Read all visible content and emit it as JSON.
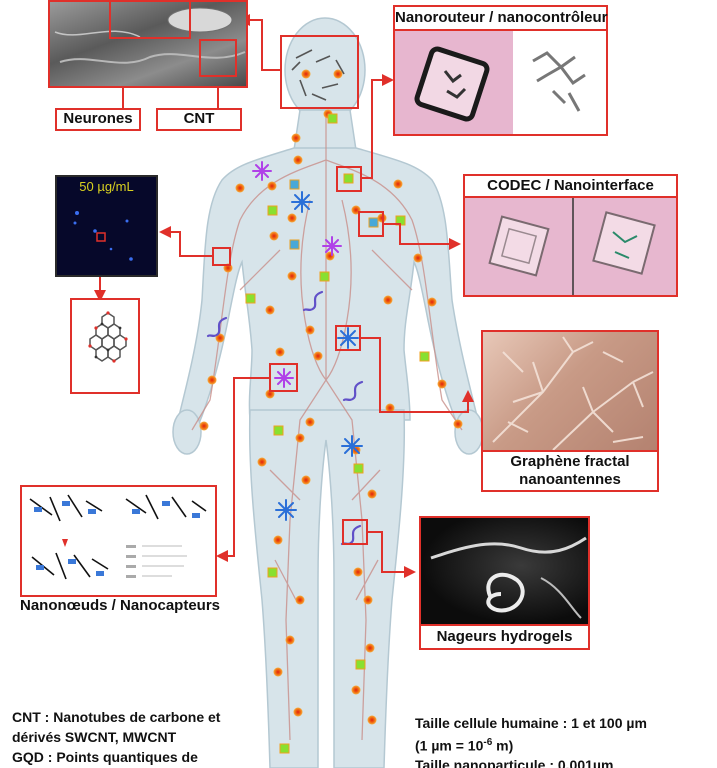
{
  "labels": {
    "neurones": "Neurones",
    "cnt": "CNT",
    "nanorouteur": "Nanorouteur / nanocontrôleur",
    "codec": "CODEC / Nanointerface",
    "concentration": "50 µg/mL",
    "graphene_line1": "Graphène fractal",
    "graphene_line2": "nanoantennes",
    "nanonoeuds": "Nanonœuds / Nanocapteurs",
    "nageurs": "Nageurs hydrogels"
  },
  "notes": {
    "cnt_line1": "CNT : Nanotubes de carbone et",
    "cnt_line2": "dérivés  SWCNT, MWCNT",
    "gqd_line1": "GQD : Points quantiques de",
    "size_line1": "Taille cellule humaine : 1 et 100 µm",
    "size_line2_pre": "(1 µm = 10",
    "size_line2_exp": "-6",
    "size_line2_post": " m)",
    "size_line3": "Taille nanoparticule : 0,001µm"
  },
  "colors": {
    "accent": "#e0302a",
    "body": "#d5e2e8",
    "vessel": "#c98f8a",
    "dot": "#f08020",
    "square": "#88e030",
    "star_purple": "#b040e8",
    "star_blue": "#2a6fd8",
    "squiggle": "#6050c8"
  }
}
